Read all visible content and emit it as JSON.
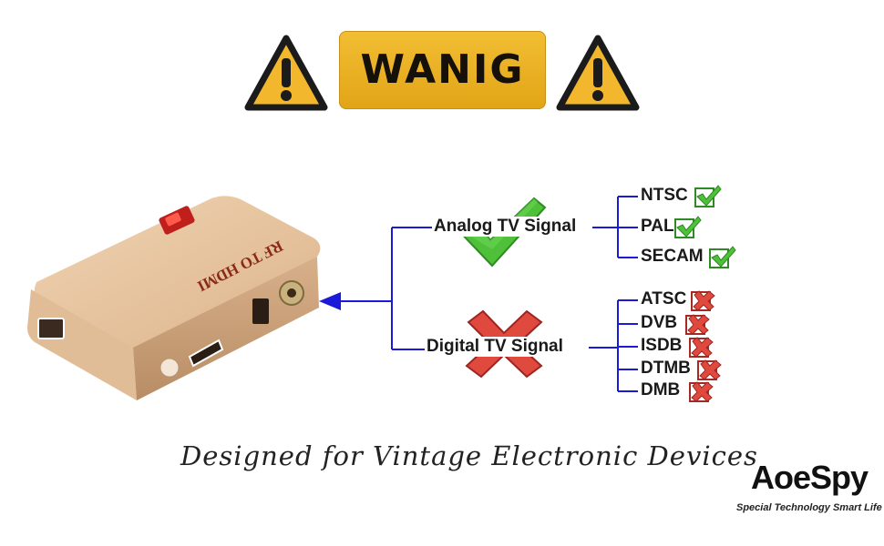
{
  "banner": {
    "text": "WANIG"
  },
  "branches": {
    "analog": {
      "label": "Analog TV Signal",
      "status_icon": "big-check-icon",
      "standards": [
        {
          "name": "NTSC",
          "icon": "check-icon"
        },
        {
          "name": "PAL",
          "icon": "check-icon"
        },
        {
          "name": "SECAM",
          "icon": "check-icon"
        }
      ]
    },
    "digital": {
      "label": "Digital TV Signal",
      "status_icon": "big-cross-icon",
      "standards": [
        {
          "name": "ATSC",
          "icon": "cross-icon"
        },
        {
          "name": "DVB",
          "icon": "cross-icon"
        },
        {
          "name": "ISDB",
          "icon": "cross-icon"
        },
        {
          "name": "DTMB",
          "icon": "cross-icon"
        },
        {
          "name": "DMB",
          "icon": "cross-icon"
        }
      ]
    }
  },
  "device": {
    "label": "RF TO HDMI"
  },
  "tagline": "Designed for Vintage Electronic Devices",
  "brand": {
    "name": "AoeSpy",
    "slogan": "Special Technology Smart Life"
  },
  "colors": {
    "warning_yellow": "#f0b52b",
    "line_blue": "#1a1ad8",
    "check_green": "#3fae2a",
    "cross_red": "#d8322d",
    "device_gold": "#e3bf98"
  }
}
